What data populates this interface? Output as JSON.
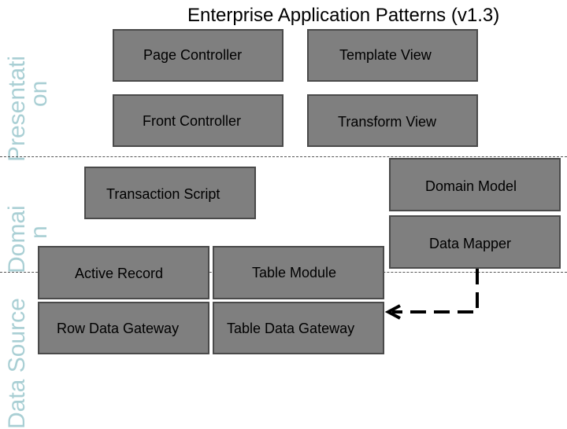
{
  "title": "Enterprise Application Patterns (v1.3)",
  "layers": {
    "presentation": [
      "Presentati",
      "on"
    ],
    "domain": [
      "Domai",
      "n"
    ],
    "data_source": [
      "Data Source"
    ]
  },
  "patterns": {
    "page_controller": "Page Controller",
    "template_view": "Template View",
    "front_controller": "Front Controller",
    "transform_view": "Transform View",
    "transaction_script": "Transaction Script",
    "domain_model": "Domain Model",
    "data_mapper": "Data Mapper",
    "active_record": "Active Record",
    "table_module": "Table Module",
    "row_data_gateway": "Row Data Gateway",
    "table_data_gateway": "Table Data Gateway"
  },
  "colors": {
    "box_fill": "#7f7f7f",
    "box_border": "#4a4a4a",
    "layer_label": "#a9cfd4"
  }
}
